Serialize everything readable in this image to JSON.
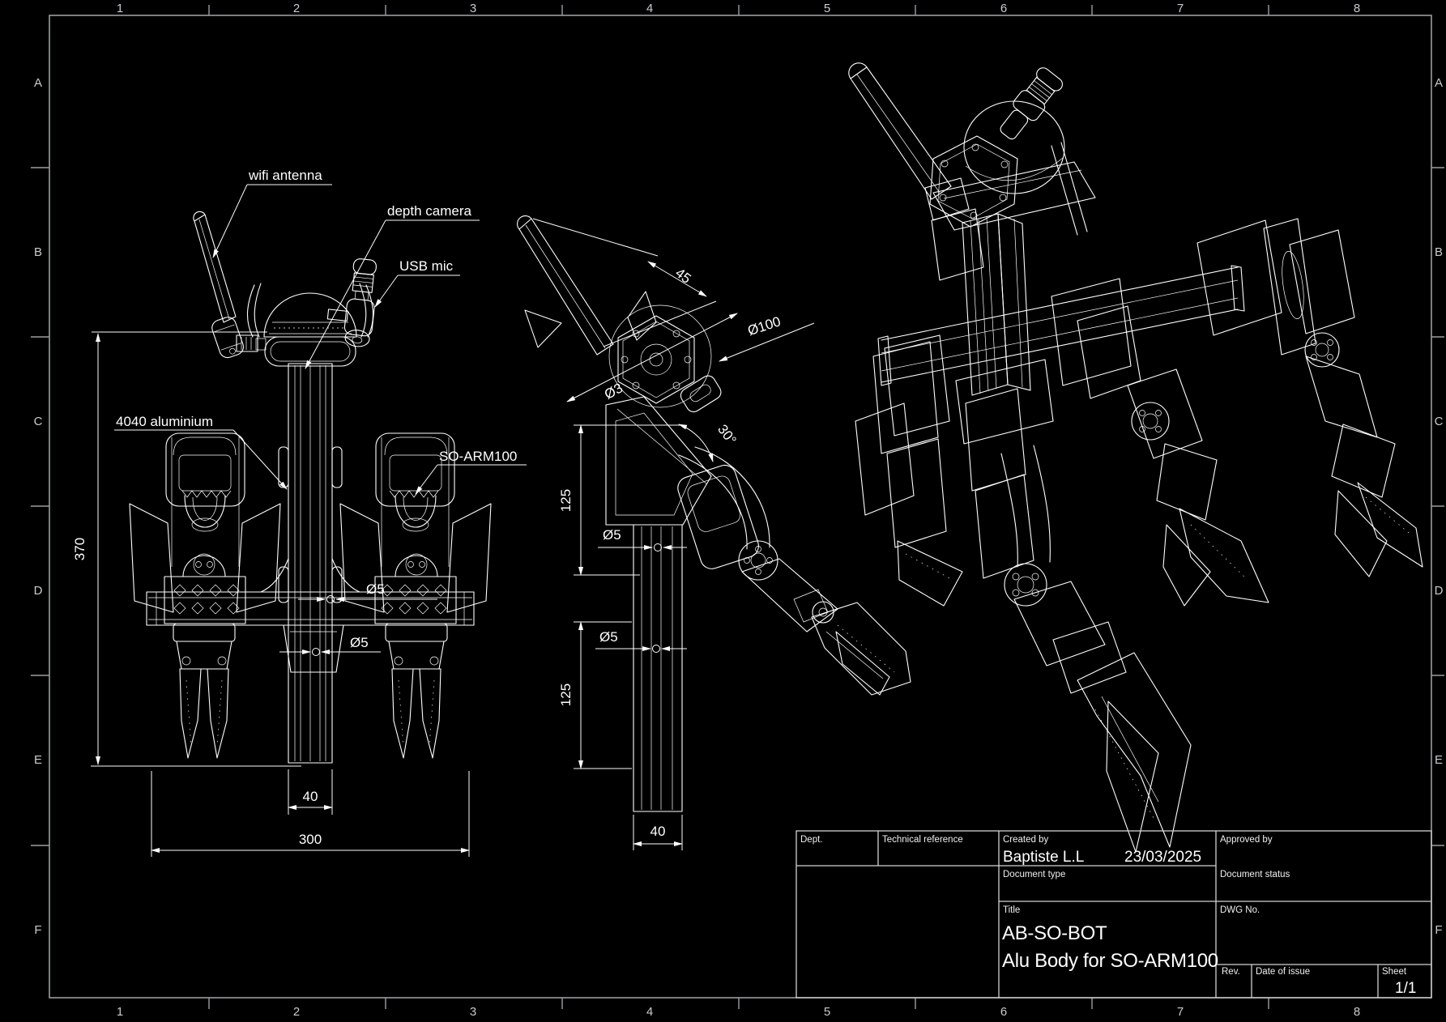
{
  "sheet": {
    "background": "#000000",
    "line_color": "#ffffff",
    "frame_color": "#9a9da0"
  },
  "frame": {
    "cols": [
      "1",
      "2",
      "3",
      "4",
      "5",
      "6",
      "7",
      "8"
    ],
    "rows": [
      "A",
      "B",
      "C",
      "D",
      "E",
      "F"
    ]
  },
  "views": {
    "front": {
      "labels": {
        "wifi": "wifi antenna",
        "camera": "depth camera",
        "mic": "USB mic",
        "profile": "4040 aluminium",
        "arm": "SO-ARM100"
      },
      "dims": {
        "height": "370",
        "hole_top": "Ø5",
        "hole_bottom": "Ø5",
        "column_width": "40",
        "span": "300"
      }
    },
    "side": {
      "dims": {
        "antenna_offset": "45",
        "head_diameter": "Ø100",
        "bolt_holes": "Ø3",
        "head_tilt": "30°",
        "upper_segment": "125",
        "lower_segment": "125",
        "hole_upper": "Ø5",
        "hole_lower": "Ø5",
        "column_width": "40"
      }
    }
  },
  "title_block": {
    "dept_label": "Dept.",
    "tech_ref_label": "Technical reference",
    "created_label": "Created by",
    "created_value": "Baptiste L.L",
    "created_date": "23/03/2025",
    "approved_label": "Approved by",
    "doc_type_label": "Document type",
    "doc_status_label": "Document status",
    "title_label": "Title",
    "title_line1": "AB-SO-BOT",
    "title_line2": "Alu Body for SO-ARM100",
    "dwg_label": "DWG No.",
    "rev_label": "Rev.",
    "date_issue_label": "Date of issue",
    "sheet_label": "Sheet",
    "sheet_value": "1/1"
  }
}
